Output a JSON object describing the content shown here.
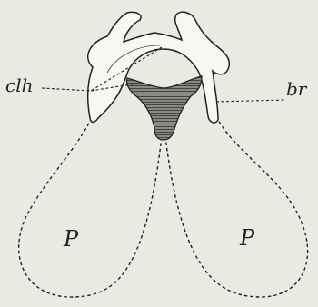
{
  "labels": {
    "clh": "clh",
    "br": "br",
    "p_left": "P",
    "p_right": "P"
  },
  "colors": {
    "background": "#e7ebe1",
    "ink": "#222222",
    "bone_fill": "#f6f8f2",
    "hatch_fill": "#6f6f6a"
  }
}
